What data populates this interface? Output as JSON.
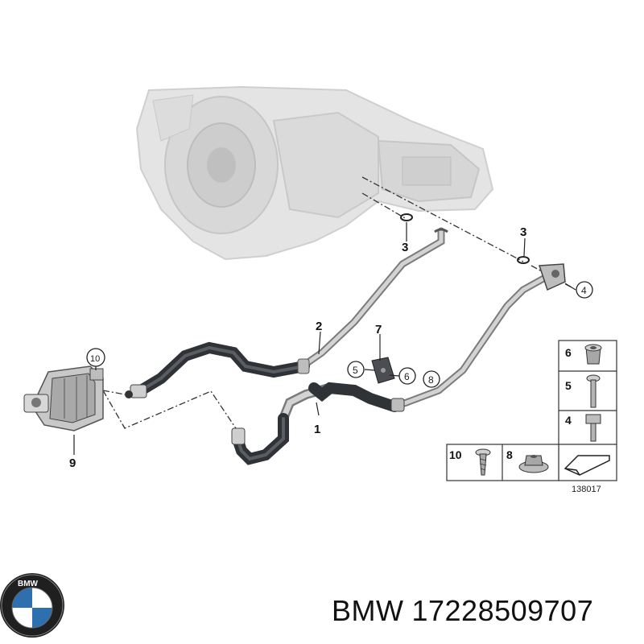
{
  "callouts": {
    "c1": "1",
    "c2": "2",
    "c3a": "3",
    "c3b": "3",
    "c4": "4",
    "c5": "5",
    "c6": "6",
    "c7": "7",
    "c8": "8",
    "c9": "9",
    "c10": "10"
  },
  "legend": {
    "row6": "6",
    "row5": "5",
    "row4": "4",
    "row10": "10",
    "row8": "8"
  },
  "diagram_number": "138017",
  "caption": {
    "brand": "BMW",
    "part_number": "17228509707"
  },
  "colors": {
    "hose_dark": "#3a3d42",
    "pipe_light": "#c9cacb",
    "transmission": "#e3e3e3"
  },
  "logo": {
    "letters": "BMW"
  }
}
